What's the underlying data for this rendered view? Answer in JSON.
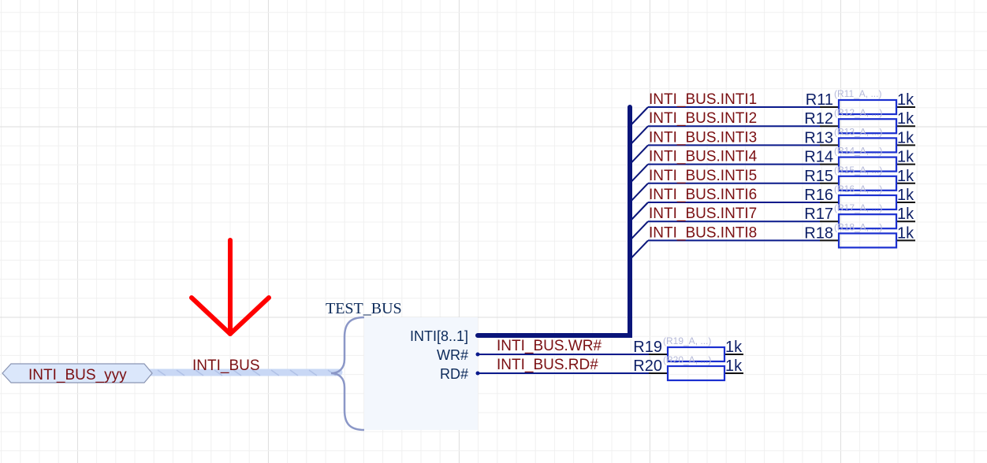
{
  "schematic": {
    "colors": {
      "wire": "#0a1a8c",
      "bus": "#0a157a",
      "pin": "#111111",
      "resistor_body": "#1a2fd0",
      "net_label": "#7a0f12",
      "harness": "#8b97c7",
      "harness_fill": "#f3f7fd",
      "signal_harness": "#c9d8f5",
      "port_fill": "#dbe7fb",
      "port_border": "#8a95b3",
      "annotation_arrow": "#ff0000",
      "grid_minor": "#f0f0f0",
      "grid_major": "#dddddd"
    },
    "port": {
      "name": "INTI_BUS_yyy"
    },
    "signal_harness": {
      "label": "INTI_BUS"
    },
    "harness_connector": {
      "title": "TEST_BUS",
      "entries": [
        "INTI[8..1]",
        "WR#",
        "RD#"
      ]
    },
    "bus_nets": [
      {
        "net": "INTI_BUS.INTI1",
        "designator": "R11",
        "param": "(R11_A, ...)",
        "value": "1k"
      },
      {
        "net": "INTI_BUS.INTI2",
        "designator": "R12",
        "param": "(R12_A, ...)",
        "value": "1k"
      },
      {
        "net": "INTI_BUS.INTI3",
        "designator": "R13",
        "param": "(R13_A, ...)",
        "value": "1k"
      },
      {
        "net": "INTI_BUS.INTI4",
        "designator": "R14",
        "param": "(R14_A, ...)",
        "value": "1k"
      },
      {
        "net": "INTI_BUS.INTI5",
        "designator": "R15",
        "param": "(R15_A, ...)",
        "value": "1k"
      },
      {
        "net": "INTI_BUS.INTI6",
        "designator": "R16",
        "param": "(R16_A, ...)",
        "value": "1k"
      },
      {
        "net": "INTI_BUS.INTI7",
        "designator": "R17",
        "param": "(R17_A, ...)",
        "value": "1k"
      },
      {
        "net": "INTI_BUS.INTI8",
        "designator": "R18",
        "param": "(R18_A, ...)",
        "value": "1k"
      }
    ],
    "control_nets": [
      {
        "net": "INTI_BUS.WR#",
        "designator": "R19",
        "param": "(R19_A, ...)",
        "value": "1k"
      },
      {
        "net": "INTI_BUS.RD#",
        "designator": "R20",
        "param": "(R20_A, ...)",
        "value": "1k"
      }
    ],
    "annotation": {
      "icon": "down-arrow-icon"
    }
  }
}
